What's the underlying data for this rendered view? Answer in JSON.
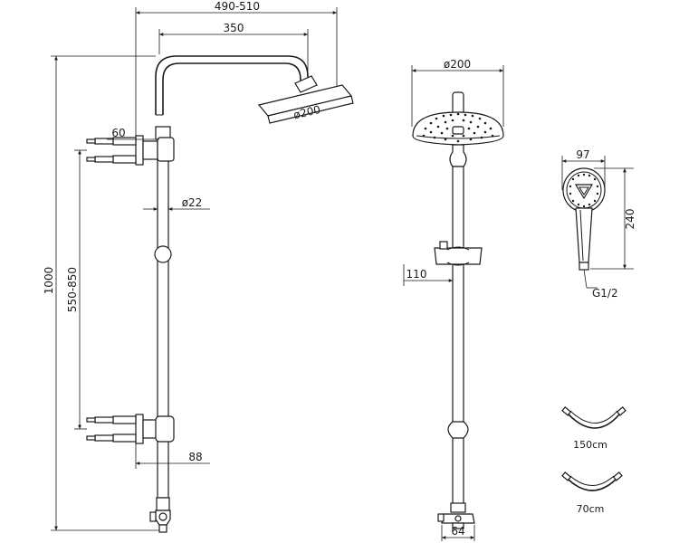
{
  "side_view": {
    "overall_width": "490-510",
    "arm_length": "350",
    "head_diameter": "ø200",
    "wall_offset": "60",
    "pipe_diameter": "ø22",
    "total_height": "1000",
    "bracket_spacing": "550-850",
    "lower_offset": "88"
  },
  "front_view": {
    "head_diameter": "ø200",
    "holder_offset": "110",
    "bottom_width": "64"
  },
  "hand_shower": {
    "width": "97",
    "length": "240",
    "thread": "G1/2"
  },
  "hoses": {
    "long_hose": "150cm",
    "short_hose": "70cm"
  }
}
